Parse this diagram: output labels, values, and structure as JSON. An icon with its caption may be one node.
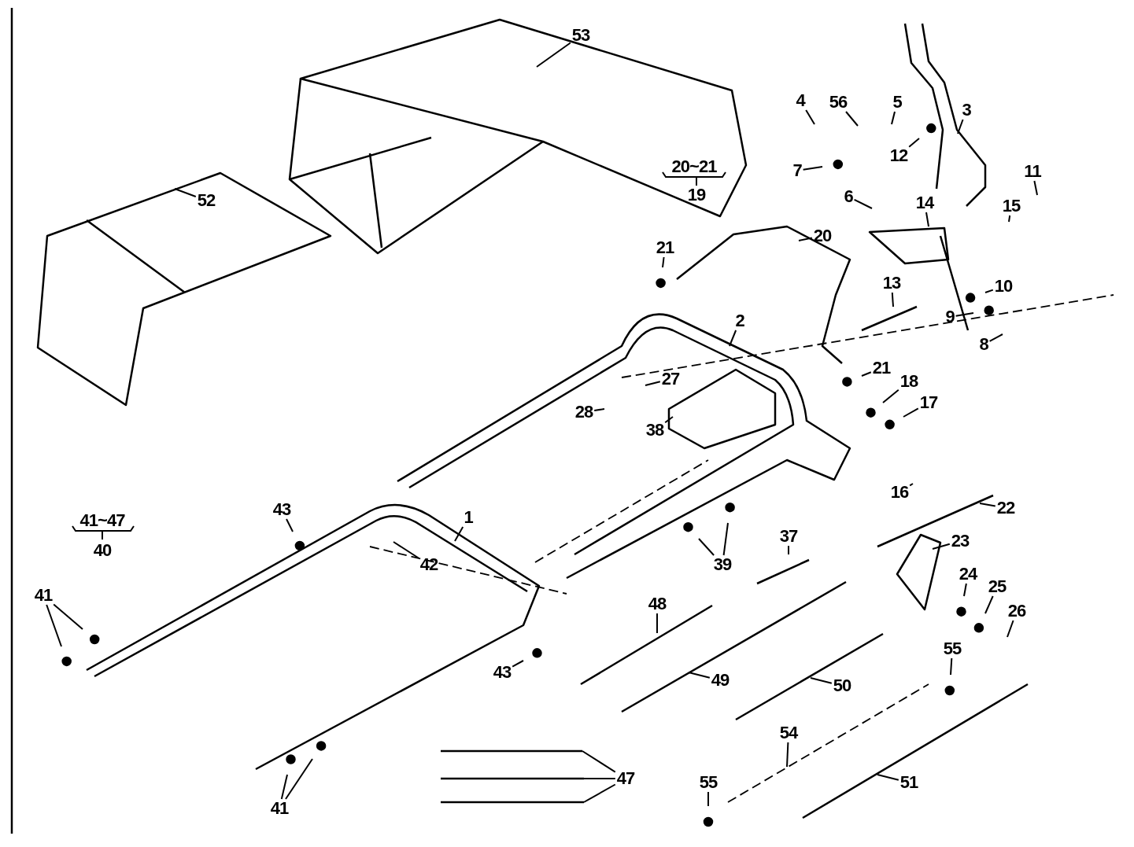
{
  "diagram": {
    "nodes": [
      {
        "text": [
          "53"
        ]
      },
      {
        "text": [
          "4"
        ]
      },
      {
        "text": [
          "56"
        ]
      },
      {
        "text": [
          "5"
        ]
      },
      {
        "text": [
          "3"
        ]
      },
      {
        "text": [
          "12"
        ]
      },
      {
        "text": [
          "7"
        ]
      },
      {
        "text": [
          "11"
        ]
      },
      {
        "text": [
          "6"
        ]
      },
      {
        "text": [
          "52"
        ]
      },
      {
        "text": [
          "14"
        ]
      },
      {
        "text": [
          "15"
        ]
      },
      {
        "text": [
          "20"
        ]
      },
      {
        "text": [
          "21"
        ]
      },
      {
        "text": [
          "13"
        ]
      },
      {
        "text": [
          "10"
        ]
      },
      {
        "text": [
          "9"
        ]
      },
      {
        "text": [
          "2"
        ]
      },
      {
        "text": [
          "8"
        ]
      },
      {
        "text": [
          "21"
        ]
      },
      {
        "text": [
          "27"
        ]
      },
      {
        "text": [
          "18"
        ]
      },
      {
        "text": [
          "17"
        ]
      },
      {
        "text": [
          "28"
        ]
      },
      {
        "text": [
          "38"
        ]
      },
      {
        "text": [
          "16"
        ]
      },
      {
        "text": [
          "22"
        ]
      },
      {
        "text": [
          "43"
        ]
      },
      {
        "text": [
          "1"
        ]
      },
      {
        "text": [
          "23"
        ]
      },
      {
        "text": [
          "37"
        ]
      },
      {
        "text": [
          "39"
        ]
      },
      {
        "text": [
          "42"
        ]
      },
      {
        "text": [
          "24"
        ]
      },
      {
        "text": [
          "25"
        ]
      },
      {
        "text": [
          "48"
        ]
      },
      {
        "text": [
          "26"
        ]
      },
      {
        "text": [
          "41"
        ]
      },
      {
        "text": [
          "55"
        ]
      },
      {
        "text": [
          "43"
        ]
      },
      {
        "text": [
          "49"
        ]
      },
      {
        "text": [
          "50"
        ]
      },
      {
        "text": [
          "54"
        ]
      },
      {
        "text": [
          "47"
        ]
      },
      {
        "text": [
          "55"
        ]
      },
      {
        "text": [
          "51"
        ]
      },
      {
        "text": [
          "41"
        ]
      }
    ],
    "edges": [
      {
        "from": 0,
        "to": null,
        "arrow": "none"
      },
      {
        "from": 1,
        "to": null,
        "arrow": "none"
      },
      {
        "from": 2,
        "to": null,
        "arrow": "none"
      },
      {
        "from": 3,
        "to": null,
        "arrow": "none"
      },
      {
        "from": 4,
        "to": null,
        "arrow": "none"
      },
      {
        "from": 5,
        "to": null,
        "arrow": "none"
      },
      {
        "from": 6,
        "to": null,
        "arrow": "none"
      },
      {
        "from": 7,
        "to": null,
        "arrow": "none"
      },
      {
        "from": 8,
        "to": null,
        "arrow": "none"
      },
      {
        "from": 9,
        "to": null,
        "arrow": "none"
      },
      {
        "from": 10,
        "to": null,
        "arrow": "none"
      },
      {
        "from": 11,
        "to": null,
        "arrow": "none"
      },
      {
        "from": 12,
        "to": null,
        "arrow": "none"
      },
      {
        "from": 13,
        "to": null,
        "arrow": "none"
      },
      {
        "from": 14,
        "to": null,
        "arrow": "none"
      },
      {
        "from": 15,
        "to": null,
        "arrow": "none"
      },
      {
        "from": 16,
        "to": null,
        "arrow": "none"
      },
      {
        "from": 17,
        "to": null,
        "arrow": "none"
      },
      {
        "from": 18,
        "to": null,
        "arrow": "none"
      },
      {
        "from": 19,
        "to": null,
        "arrow": "none"
      },
      {
        "from": 20,
        "to": null,
        "arrow": "none"
      },
      {
        "from": 21,
        "to": null,
        "arrow": "none"
      },
      {
        "from": 22,
        "to": null,
        "arrow": "none"
      },
      {
        "from": 23,
        "to": null,
        "arrow": "none"
      },
      {
        "from": 24,
        "to": null,
        "arrow": "none"
      },
      {
        "from": 25,
        "to": null,
        "arrow": "none"
      },
      {
        "from": 26,
        "to": null,
        "arrow": "none"
      },
      {
        "from": 27,
        "to": null,
        "arrow": "none"
      },
      {
        "from": 28,
        "to": null,
        "arrow": "none"
      },
      {
        "from": 29,
        "to": null,
        "arrow": "none"
      },
      {
        "from": 30,
        "to": null,
        "arrow": "none"
      },
      {
        "from": 31,
        "to": null,
        "arrow": "none"
      },
      {
        "from": 31,
        "to": null,
        "arrow": "none"
      },
      {
        "from": 32,
        "to": null,
        "arrow": "none"
      },
      {
        "from": 33,
        "to": null,
        "arrow": "none"
      },
      {
        "from": 34,
        "to": null,
        "arrow": "none"
      },
      {
        "from": 35,
        "to": null,
        "arrow": "none"
      },
      {
        "from": 36,
        "to": null,
        "arrow": "none"
      },
      {
        "from": 37,
        "to": null,
        "arrow": "none"
      },
      {
        "from": 37,
        "to": null,
        "arrow": "none"
      },
      {
        "from": 38,
        "to": null,
        "arrow": "none"
      },
      {
        "from": 39,
        "to": null,
        "arrow": "none"
      },
      {
        "from": 40,
        "to": null,
        "arrow": "none"
      },
      {
        "from": 41,
        "to": null,
        "arrow": "none"
      },
      {
        "from": 42,
        "to": null,
        "arrow": "none"
      },
      {
        "from": 43,
        "to": null,
        "arrow": "none"
      },
      {
        "from": 43,
        "to": null,
        "arrow": "none"
      },
      {
        "from": 43,
        "to": null,
        "arrow": "none"
      },
      {
        "from": 44,
        "to": null,
        "arrow": "none"
      },
      {
        "from": 45,
        "to": null,
        "arrow": "none"
      },
      {
        "from": 46,
        "to": null,
        "arrow": "none"
      },
      {
        "from": 46,
        "to": null,
        "arrow": "none"
      }
    ],
    "labels": [
      "20~21",
      "19",
      "41~47",
      "40"
    ]
  }
}
